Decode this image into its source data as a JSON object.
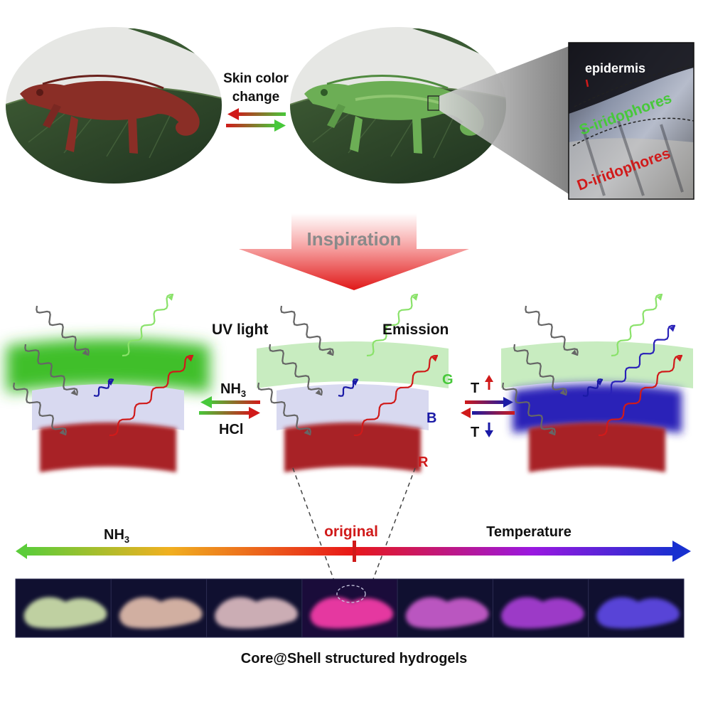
{
  "top": {
    "arrow_label_line1": "Skin color",
    "arrow_label_line2": "change",
    "inset": {
      "epidermis": "epidermis",
      "s_iridophores": "S-iridophores",
      "d_iridophores": "D-iridophores"
    }
  },
  "inspiration": "Inspiration",
  "middle": {
    "uv_light": "UV light",
    "emission": "Emission",
    "nh3_main": "NH",
    "nh3_sub": "3",
    "hcl": "HCl",
    "layer_g": "G",
    "layer_b": "B",
    "layer_r": "R",
    "t_symbol": "T"
  },
  "scale": {
    "nh3_main": "NH",
    "nh3_sub": "3",
    "original": "original",
    "temperature": "Temperature"
  },
  "caption": "Core@Shell structured hydrogels",
  "colors": {
    "green": "#47c83a",
    "blue": "#1a1aa6",
    "red": "#d01a1a",
    "gray": "#666666",
    "leaf": "#2f4a2a",
    "red_chameleon": "#8a2e26",
    "green_chameleon": "#6cae55"
  },
  "strip": [
    {
      "glow": "#c9dba8"
    },
    {
      "glow": "#dcb8a8"
    },
    {
      "glow": "#d6b6bc"
    },
    {
      "glow": "#f03aa6"
    },
    {
      "glow": "#c45ac8"
    },
    {
      "glow": "#a43ed0"
    },
    {
      "glow": "#5c46e0"
    }
  ]
}
